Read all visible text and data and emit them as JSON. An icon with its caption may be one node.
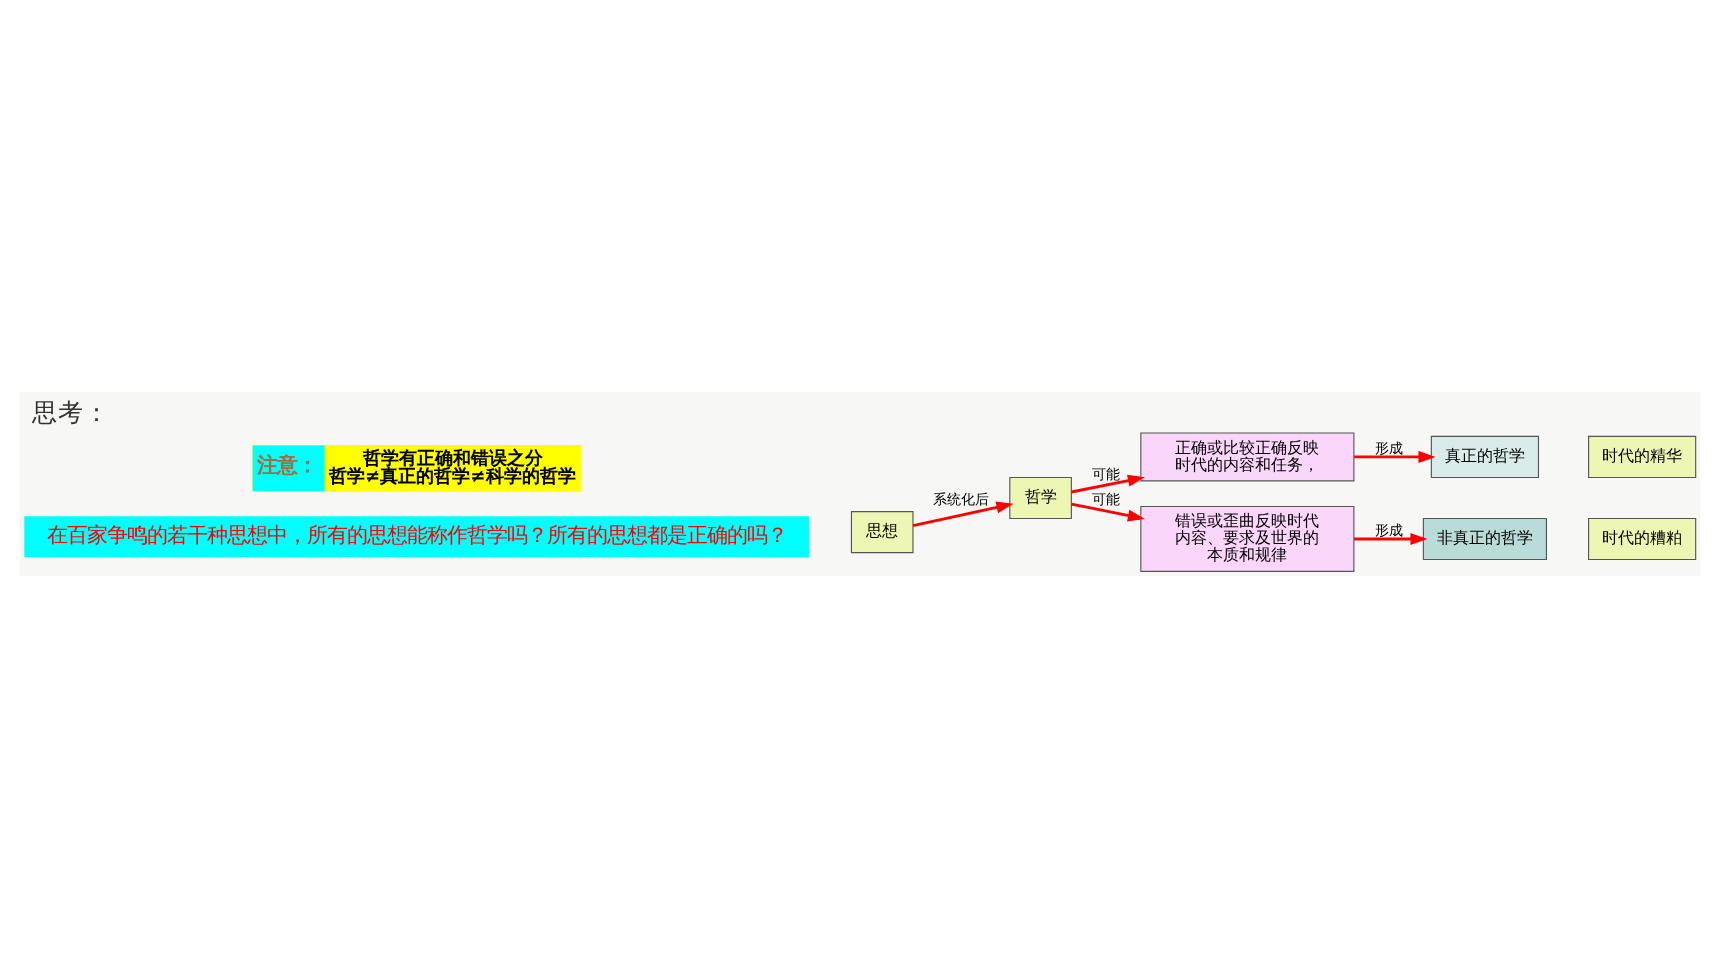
{
  "diagram": {
    "title": "思考：",
    "nodes": [
      {
        "text": [
          "思想"
        ]
      },
      {
        "text": [
          "哲学"
        ]
      },
      {
        "text": [
          "正确或比较正确反映时代的内容和任务，"
        ]
      },
      {
        "text": [
          "错误或歪曲反映时代内容、要求及世界的本质和规律"
        ]
      },
      {
        "text": [
          "真正的哲学"
        ]
      },
      {
        "text": [
          "时代的精华"
        ]
      },
      {
        "text": [
          "非真正的哲学"
        ]
      },
      {
        "text": [
          "时代的糟粕"
        ]
      },
      {
        "text": [
          "注意：",
          "哲学有正确和错误之分",
          "哲学≠真正的哲学≠科学的哲学"
        ]
      }
    ],
    "edges": [
      {
        "from": 0,
        "to": 1,
        "arrow": "to",
        "label": "系统化后"
      },
      {
        "from": 1,
        "to": 2,
        "arrow": "to",
        "label": "可能"
      },
      {
        "from": 1,
        "to": 3,
        "arrow": "to",
        "label": "可能"
      },
      {
        "from": 2,
        "to": 4,
        "arrow": "to",
        "label": "形成"
      },
      {
        "from": 3,
        "to": 6,
        "arrow": "to",
        "label": "形成"
      }
    ],
    "labels": [
      "在百家争鸣的若干种思想中，所有的思想能称作哲学吗？所有的思想都是正确的吗？"
    ]
  }
}
